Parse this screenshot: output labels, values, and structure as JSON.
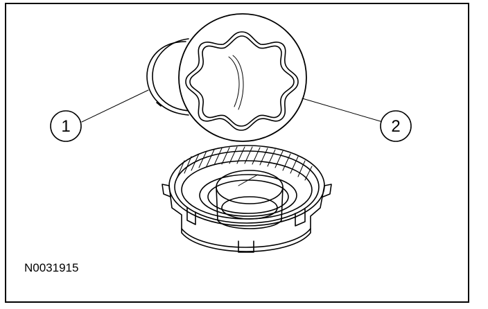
{
  "callouts": [
    {
      "label": "1"
    },
    {
      "label": "2"
    }
  ],
  "figure_code": "N0031915"
}
